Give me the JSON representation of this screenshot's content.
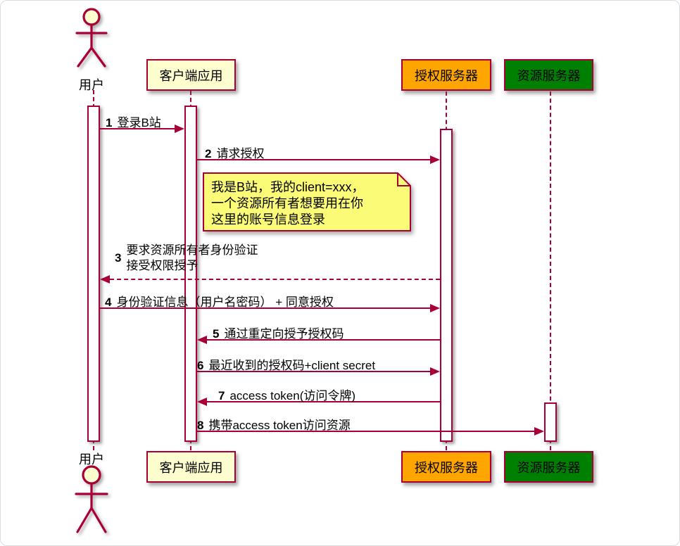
{
  "diagram_type": "sequence-diagram",
  "colors": {
    "line": "#A80036",
    "participant_fill": "#FEFECE",
    "auth_server_fill": "#FFA500",
    "resource_server_fill": "#008000",
    "note_fill": "#FBFB77",
    "text": "#000000"
  },
  "participants": [
    {
      "label": "用户",
      "kind": "actor"
    },
    {
      "label": "客户端应用",
      "kind": "participant"
    },
    {
      "label": "授权服务器",
      "kind": "participant"
    },
    {
      "label": "资源服务器",
      "kind": "participant"
    }
  ],
  "messages": [
    {
      "num": "1",
      "text": "登录B站",
      "from": "用户",
      "to": "客户端应用",
      "line": "solid",
      "direction": "right"
    },
    {
      "num": "2",
      "text": "请求授权",
      "from": "客户端应用",
      "to": "授权服务器",
      "line": "solid",
      "direction": "right"
    },
    {
      "num": "3",
      "lines": [
        "要求资源所有者身份验证",
        "接受权限授予"
      ],
      "from": "授权服务器",
      "to": "用户",
      "line": "dashed",
      "direction": "left"
    },
    {
      "num": "4",
      "text": "身份验证信息（用户名密码） + 同意授权",
      "from": "用户",
      "to": "授权服务器",
      "line": "solid",
      "direction": "right"
    },
    {
      "num": "5",
      "text": "通过重定向授予授权码",
      "from": "授权服务器",
      "to": "客户端应用",
      "line": "solid",
      "direction": "left"
    },
    {
      "num": "6",
      "text": "最近收到的授权码+client secret",
      "from": "客户端应用",
      "to": "授权服务器",
      "line": "solid",
      "direction": "right"
    },
    {
      "num": "7",
      "text": "access token(访问令牌)",
      "from": "授权服务器",
      "to": "客户端应用",
      "line": "solid",
      "direction": "left"
    },
    {
      "num": "8",
      "text": "携带access token访问资源",
      "from": "客户端应用",
      "to": "资源服务器",
      "line": "solid",
      "direction": "right"
    }
  ],
  "note": {
    "lines": [
      "我是B站，我的client=xxx，",
      "一个资源所有者想要用在你",
      "这里的账号信息登录"
    ]
  }
}
